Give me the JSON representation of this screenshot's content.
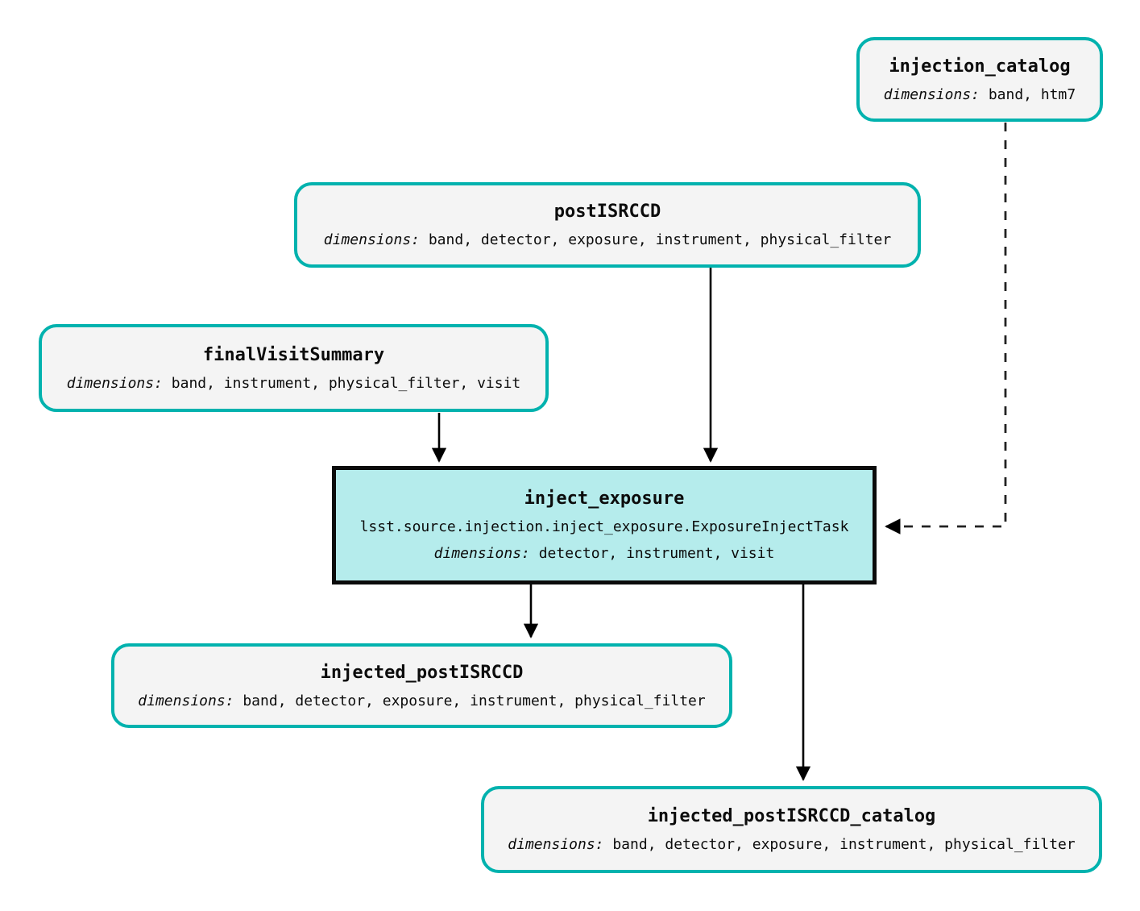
{
  "diagram": {
    "type": "pipeline-task-graph",
    "background_color": "#ffffff",
    "dataset_border_color": "#01b2ae",
    "dataset_fill_color": "#f4f4f4",
    "task_border_color": "#0b0b0b",
    "task_fill_color": "#b5ecec",
    "edge_color": "#000000",
    "dimensions_label": "dimensions:"
  },
  "nodes": {
    "injection_catalog": {
      "title": "injection_catalog",
      "dims": "band, htm7",
      "kind": "dataset"
    },
    "postISRCCD": {
      "title": "postISRCCD",
      "dims": "band, detector, exposure, instrument, physical_filter",
      "kind": "dataset"
    },
    "finalVisitSummary": {
      "title": "finalVisitSummary",
      "dims": "band, instrument, physical_filter, visit",
      "kind": "dataset"
    },
    "inject_exposure": {
      "title": "inject_exposure",
      "classpath": "lsst.source.injection.inject_exposure.ExposureInjectTask",
      "dims": "detector, instrument, visit",
      "kind": "task"
    },
    "injected_postISRCCD": {
      "title": "injected_postISRCCD",
      "dims": "band, detector, exposure, instrument, physical_filter",
      "kind": "dataset"
    },
    "injected_postISRCCD_catalog": {
      "title": "injected_postISRCCD_catalog",
      "dims": "band, detector, exposure, instrument, physical_filter",
      "kind": "dataset"
    }
  },
  "edges": [
    {
      "from": "postISRCCD",
      "to": "inject_exposure",
      "style": "solid"
    },
    {
      "from": "finalVisitSummary",
      "to": "inject_exposure",
      "style": "solid"
    },
    {
      "from": "injection_catalog",
      "to": "inject_exposure",
      "style": "dashed"
    },
    {
      "from": "inject_exposure",
      "to": "injected_postISRCCD",
      "style": "solid"
    },
    {
      "from": "inject_exposure",
      "to": "injected_postISRCCD_catalog",
      "style": "solid"
    }
  ]
}
